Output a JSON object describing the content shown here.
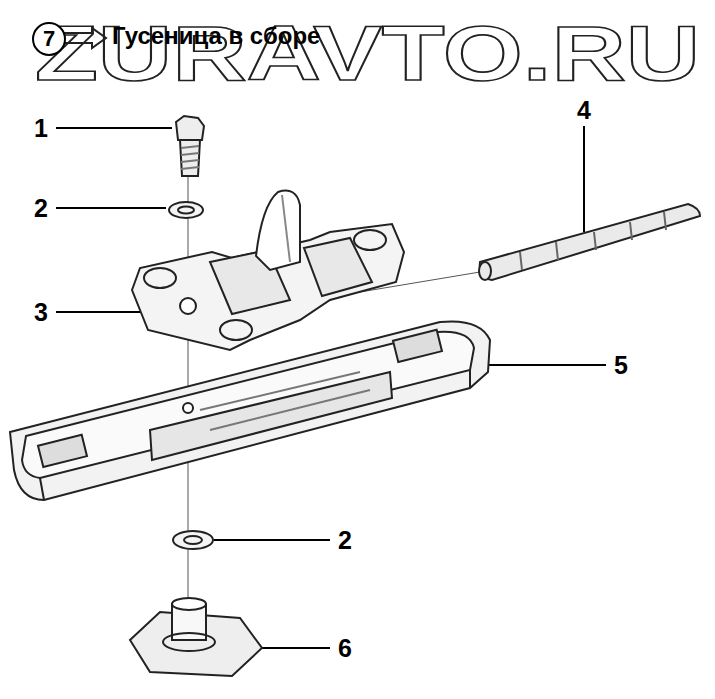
{
  "diagram": {
    "title": "Гусеница в сборе",
    "nodes": [
      {
        "text": [
          "7"
        ]
      }
    ],
    "labels": [
      "ZURAVTO.RU",
      "1",
      "2",
      "3",
      "4",
      "5",
      "2",
      "6"
    ]
  }
}
